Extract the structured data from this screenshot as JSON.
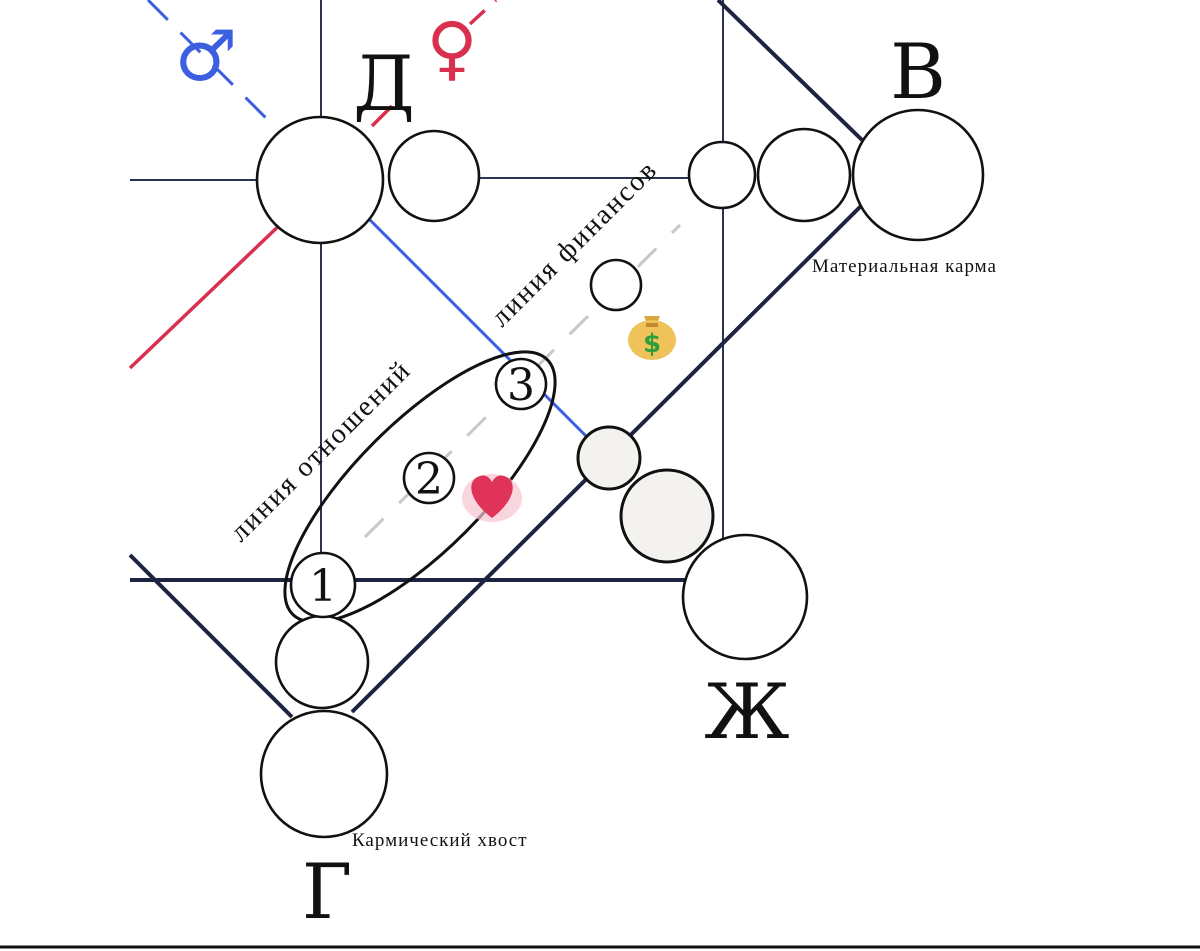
{
  "points": {
    "d": "Д",
    "v": "В",
    "g": "Г",
    "zh": "Ж"
  },
  "symbols": {
    "male": "♂",
    "female": "♀"
  },
  "captions": {
    "relationship_line": "линия отношений",
    "finance_line": "линия финансов",
    "material_karma": "Материальная карма",
    "karmic_tail": "Кармический хвост"
  },
  "numbers": {
    "n1": "1",
    "n2": "2",
    "n3": "3"
  },
  "colors": {
    "male_line": "#3b5fe0",
    "female_line": "#d9304f",
    "frame": "#1d2340",
    "heart": "#e0335a",
    "money_bag": "#f0c35a"
  },
  "icons": {
    "heart": "heart-icon",
    "money": "money-bag-icon"
  }
}
